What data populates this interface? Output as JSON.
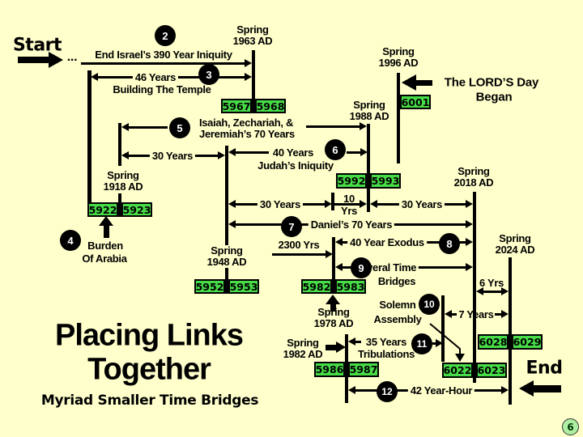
{
  "slide": {
    "start_label": "Start",
    "end_label": "End",
    "ellipsis": "...",
    "title_line1": "Placing Links",
    "title_line2": "Together",
    "subtitle": "Myriad Smaller Time Bridges",
    "page_number": "6"
  },
  "labels": {
    "israel_iniquity": "End Israel’s 390 Year Iniquity",
    "years46": "46 Years",
    "building_temple": "Building The Temple",
    "lords_day_1": "The LORD’S Day",
    "lords_day_2": "Began",
    "isaiah": "Isaiah, Zechariah, &",
    "jeremiah": "Jeremiah’s 70 Years",
    "years30_left": "30 Years",
    "years40": "40 Years",
    "judah_iniquity": "Judah’s Iniquity",
    "years30_mid": "30 Years",
    "years10_l1": "10",
    "years10_l2": "Yrs",
    "years30_right": "30 Years",
    "daniel70": "Daniel’s 70 Years",
    "burden_1": "Burden",
    "burden_2": "Of Arabia",
    "yrs2300": "2300 Yrs",
    "exodus40": "40 Year Exodus",
    "several_1": "Several Time",
    "several_2": "Bridges",
    "solemn_1": "Solemn",
    "solemn_2": "Assembly",
    "yrs6": "6 Yrs",
    "yrs7": "7 Years",
    "trib_1": "35 Years",
    "trib_2": "Tribulations",
    "hour42": "42 Year-Hour"
  },
  "dates": {
    "d1963": {
      "l1": "Spring",
      "l2": "1963 AD"
    },
    "d1996": {
      "l1": "Spring",
      "l2": "1996 AD"
    },
    "d1988": {
      "l1": "Spring",
      "l2": "1988 AD"
    },
    "d1918": {
      "l1": "Spring",
      "l2": "1918 AD"
    },
    "d2018": {
      "l1": "Spring",
      "l2": "2018 AD"
    },
    "d1948": {
      "l1": "Spring",
      "l2": "1948 AD"
    },
    "d2024": {
      "l1": "Spring",
      "l2": "2024 AD"
    },
    "d1978": {
      "l1": "Spring",
      "l2": "1978 AD"
    },
    "d1982": {
      "l1": "Spring",
      "l2": "1982 AD"
    }
  },
  "year_boxes": {
    "b5967": "5967",
    "b5968": "5968",
    "b6001": "6001",
    "b5992": "5992",
    "b5993": "5993",
    "b5922": "5922",
    "b5923": "5923",
    "b5952": "5952",
    "b5953": "5953",
    "b5982": "5982",
    "b5983": "5983",
    "b5986": "5986",
    "b5987": "5987",
    "b6022": "6022",
    "b6023": "6023",
    "b6028": "6028",
    "b6029": "6029"
  },
  "circles": {
    "c2": "2",
    "c3": "3",
    "c4": "4",
    "c5": "5",
    "c6": "6",
    "c7": "7",
    "c8": "8",
    "c9": "9",
    "c10": "10",
    "c11": "11",
    "c12": "12"
  },
  "colors": {
    "background": "#FFFFCC",
    "year_box_green": "#47DB47",
    "badge_green": "#AEEFA4",
    "line_black": "#000000",
    "circle_text": "#FFFFFF"
  }
}
